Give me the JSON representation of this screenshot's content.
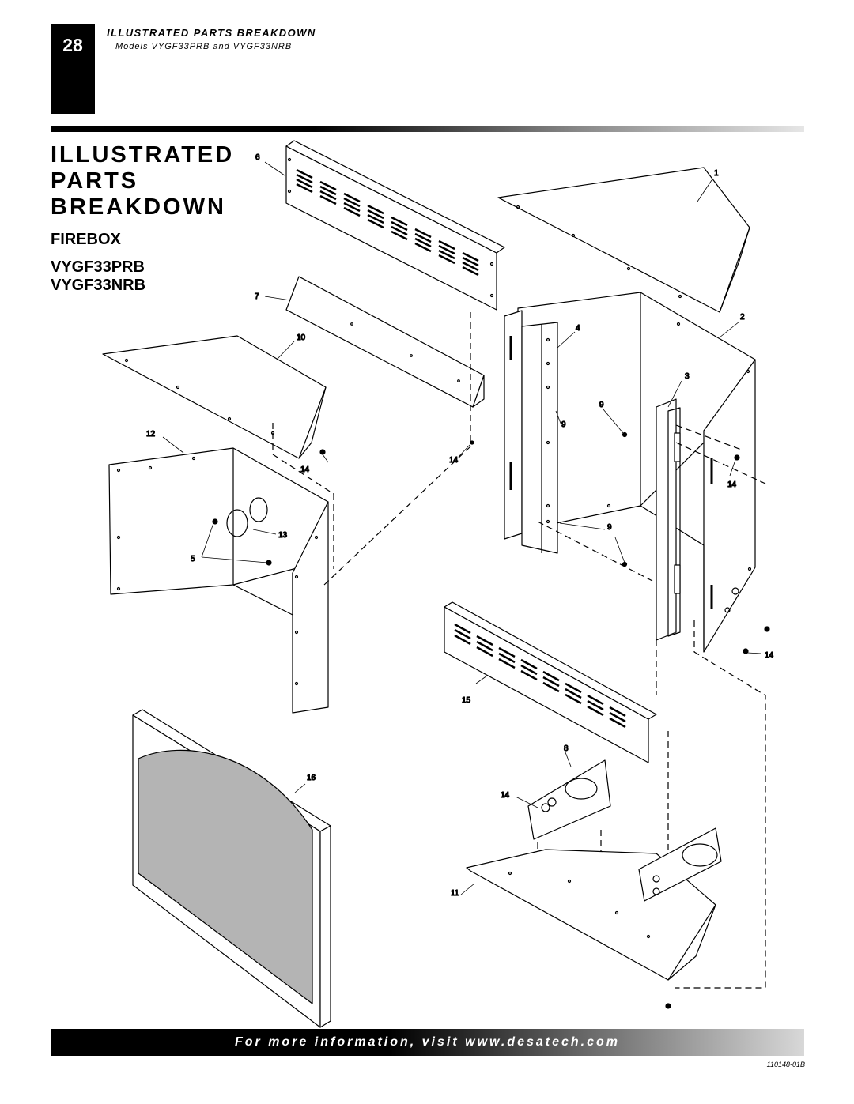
{
  "header": {
    "page_number": "28",
    "section_title": "ILLUSTRATED PARTS BREAKDOWN",
    "models_line": "Models VYGF33PRB and VYGF33NRB"
  },
  "title": {
    "lines": [
      "ILLUSTRATED",
      "PARTS",
      "BREAKDOWN"
    ]
  },
  "assembly": {
    "name": "FIREBOX",
    "models": [
      "VYGF33PRB",
      "VYGF33NRB"
    ]
  },
  "callouts": {
    "c1": "1",
    "c2": "2",
    "c3": "3",
    "c4": "4",
    "c5": "5",
    "c6": "6",
    "c7": "7",
    "c8": "8",
    "c9a": "9",
    "c9b": "9",
    "c9c": "9",
    "c10": "10",
    "c11": "11",
    "c12": "12",
    "c13": "13",
    "c14a": "14",
    "c14b": "14",
    "c14c": "14",
    "c14d": "14",
    "c14e": "14",
    "c15": "15",
    "c16": "16"
  },
  "footer": {
    "banner": "For more information, visit www.desatech.com",
    "doc_code": "110148-01B"
  },
  "colors": {
    "ink": "#000000",
    "glass_gray": "#b4b4b4",
    "paper": "#ffffff"
  }
}
